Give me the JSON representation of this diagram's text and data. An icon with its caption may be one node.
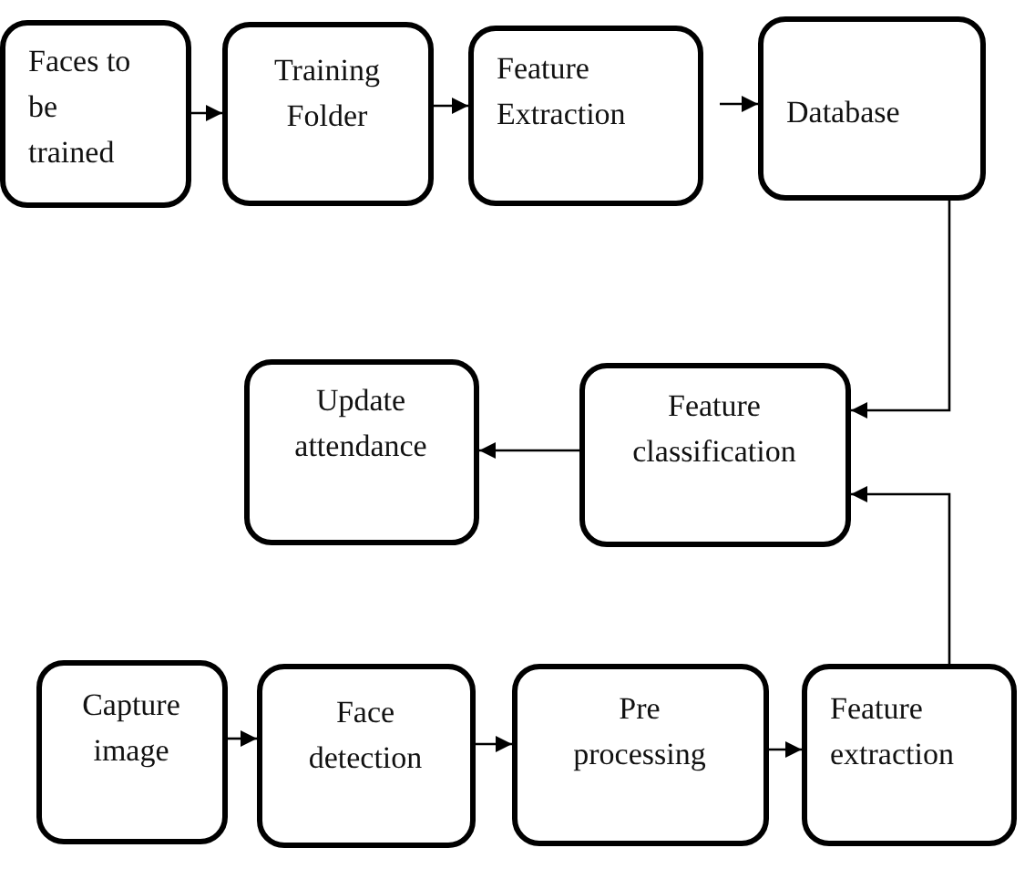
{
  "diagram": {
    "nodes": [
      {
        "text": [
          "Faces to be trained"
        ]
      },
      {
        "text": [
          "Training Folder"
        ]
      },
      {
        "text": [
          "Feature Extraction"
        ]
      },
      {
        "text": [
          "Database"
        ]
      },
      {
        "text": [
          "Update attendance"
        ]
      },
      {
        "text": [
          "Feature classification"
        ]
      },
      {
        "text": [
          "Capture image"
        ]
      },
      {
        "text": [
          "Face detection"
        ]
      },
      {
        "text": [
          "Pre processing"
        ]
      },
      {
        "text": [
          "Feature extraction"
        ]
      }
    ],
    "edges": [
      {
        "from": 0,
        "to": 1,
        "arrow": "to"
      },
      {
        "from": 1,
        "to": 2,
        "arrow": "to"
      },
      {
        "from": 2,
        "to": 3,
        "arrow": "to"
      },
      {
        "from": 3,
        "to": 5,
        "arrow": "to"
      },
      {
        "from": 5,
        "to": 4,
        "arrow": "to"
      },
      {
        "from": 9,
        "to": 5,
        "arrow": "to"
      },
      {
        "from": 6,
        "to": 7,
        "arrow": "to"
      },
      {
        "from": 7,
        "to": 8,
        "arrow": "to"
      },
      {
        "from": 8,
        "to": 9,
        "arrow": "to"
      }
    ]
  }
}
